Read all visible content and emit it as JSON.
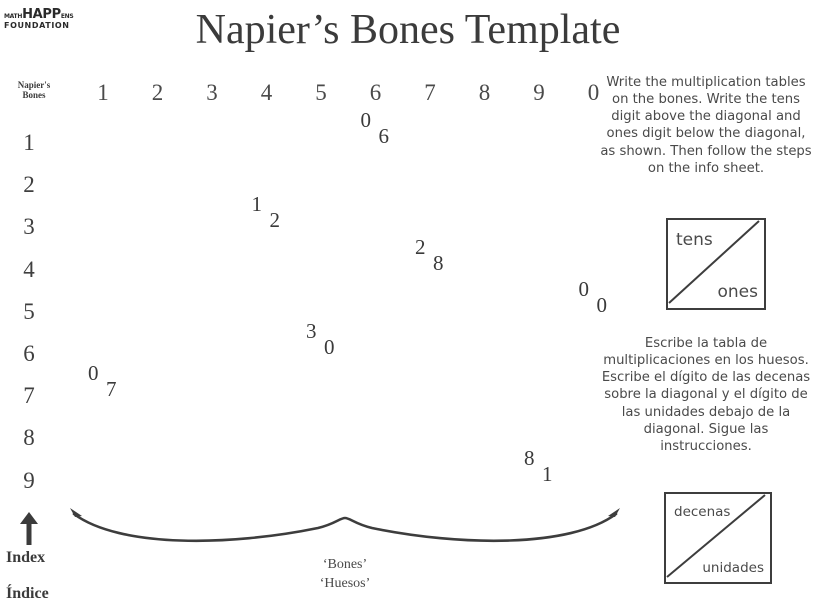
{
  "logo": {
    "line1_pre": "MATH",
    "line1_mid": "HAPP",
    "line1_post": "ENS",
    "line1": "MATHHAPPENS",
    "line2": "FOUNDATION"
  },
  "title": "Napier’s Bones Template",
  "grid": {
    "corner_label_line1": "Napier's",
    "corner_label_line2": "Bones",
    "column_headers": [
      "1",
      "2",
      "3",
      "4",
      "5",
      "6",
      "7",
      "8",
      "9",
      "0"
    ],
    "row_headers": [
      "1",
      "2",
      "3",
      "4",
      "5",
      "6",
      "7",
      "8",
      "9"
    ],
    "filled_cells": [
      {
        "row": 1,
        "col": 6,
        "tens": "0",
        "ones": "6"
      },
      {
        "row": 3,
        "col": 4,
        "tens": "1",
        "ones": "2"
      },
      {
        "row": 4,
        "col": 7,
        "tens": "2",
        "ones": "8"
      },
      {
        "row": 5,
        "col": 10,
        "tens": "0",
        "ones": "0"
      },
      {
        "row": 6,
        "col": 5,
        "tens": "3",
        "ones": "0"
      },
      {
        "row": 7,
        "col": 1,
        "tens": "0",
        "ones": "7"
      },
      {
        "row": 9,
        "col": 9,
        "tens": "8",
        "ones": "1"
      }
    ]
  },
  "index": {
    "label_en": "Index",
    "label_es": "Índice"
  },
  "bones_caption": {
    "line_en": "‘Bones’",
    "line_es": "‘Huesos’"
  },
  "instructions": {
    "english": "Write the multiplication tables on the bones. Write the tens digit above the diagonal and ones digit below the diagonal, as shown. Then follow the steps on the info sheet.",
    "spanish": "Escribe la tabla de multiplicaciones en los huesos. Escribe el dígito de las decenas sobre la diagonal y el dígito de las unidades debajo de la diagonal. Sigue las instrucciones."
  },
  "diagram_en": {
    "tens_label": "tens",
    "ones_label": "ones"
  },
  "diagram_es": {
    "tens_label": "decenas",
    "ones_label": "unidades"
  },
  "colors": {
    "ink": "#3a3a3a",
    "title": "#3b3b3b",
    "rule": "#3d3d3d",
    "background": "#ffffff"
  }
}
